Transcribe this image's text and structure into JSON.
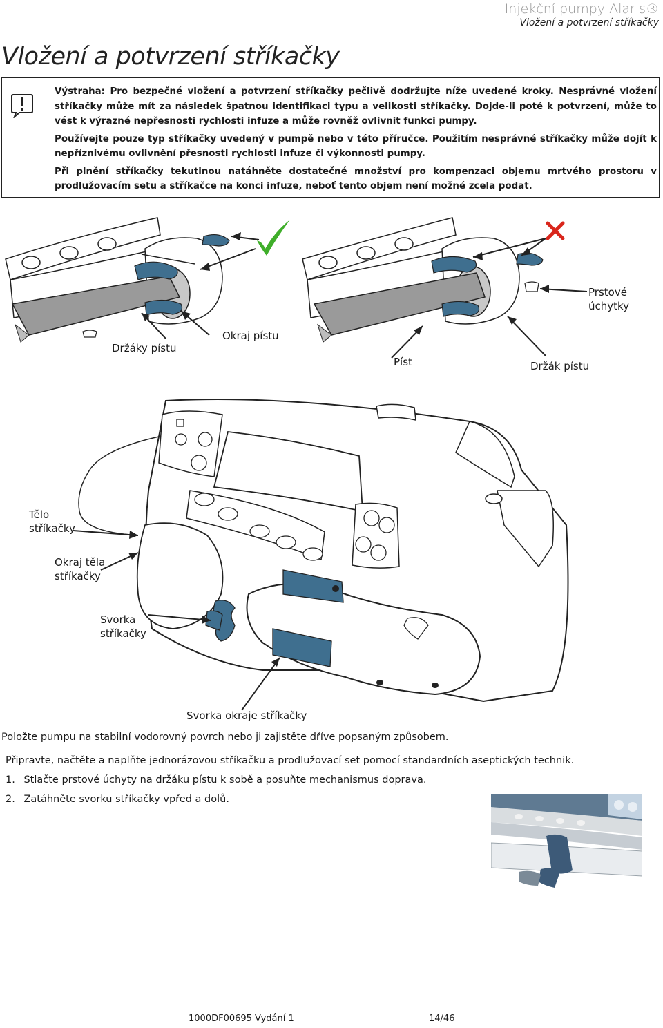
{
  "header": {
    "title": "Injekční pumpy Alaris®",
    "subtitle": "Vložení a potvrzení stříkačky"
  },
  "page_title": "Vložení a potvrzení stříkačky",
  "warning": {
    "paragraphs": [
      "Výstraha: Pro bezpečné vložení a potvrzení stříkačky pečlivě dodržujte níže uvedené kroky. Nesprávné vložení stříkačky může mít za následek špatnou identifikaci typu a velikosti stříkačky. Dojde-li poté k potvrzení, může to vést k výrazné nepřesnosti rychlosti infuze a může rovněž ovlivnit funkci pumpy.",
      "Používejte pouze typ stříkačky uvedený v pumpě nebo v této příručce. Použitím nesprávné stříkačky může dojít k nepříznivému ovlivnění přesnosti rychlosti infuze či výkonnosti pumpy.",
      "Při plnění stříkačky tekutinou natáhněte dostatečné množství pro kompenzaci objemu mrtvého prostoru v prodlužovacím setu a stříkačce na konci infuze, neboť tento objem není možné zcela podat."
    ]
  },
  "figure_top": {
    "labels": {
      "plunger_holders": "Držáky pístu",
      "plunger_rim": "Okraj pístu",
      "plunger": "Píst",
      "plunger_holder": "Držák pístu",
      "finger_grips_line1": "Prstové",
      "finger_grips_line2": "úchytky"
    }
  },
  "figure_pump": {
    "labels": {
      "barrel_line1": "Tělo",
      "barrel_line2": "stříkačky",
      "barrel_rim_line1": "Okraj těla",
      "barrel_rim_line2": "stříkačky",
      "clamp_line1": "Svorka",
      "clamp_line2": "stříkačky",
      "rim_clamp": "Svorka okraje stříkačky"
    }
  },
  "body": {
    "p1": "Položte pumpu na stabilní vodorovný povrch nebo ji zajistěte dříve popsaným způsobem.",
    "p2": "Připravte, načtěte a naplňte jednorázovou stříkačku a prodlužovací set pomocí standardních aseptických technik.",
    "steps": [
      {
        "num": "1.",
        "text": "Stlačte prstové úchyty na držáku pístu k sobě a posuňte mechanismus doprava."
      },
      {
        "num": "2.",
        "text": "Zatáhněte svorku stříkačky vpřed a dolů."
      }
    ]
  },
  "footer": {
    "doc_id": "1000DF00695 Vydání 1",
    "page": "14/46"
  },
  "colors": {
    "accent_blue": "#3f6f8f",
    "check_green": "#3fae2a",
    "cross_red": "#d9261c",
    "syringe_gray": "#9a9a9a"
  }
}
